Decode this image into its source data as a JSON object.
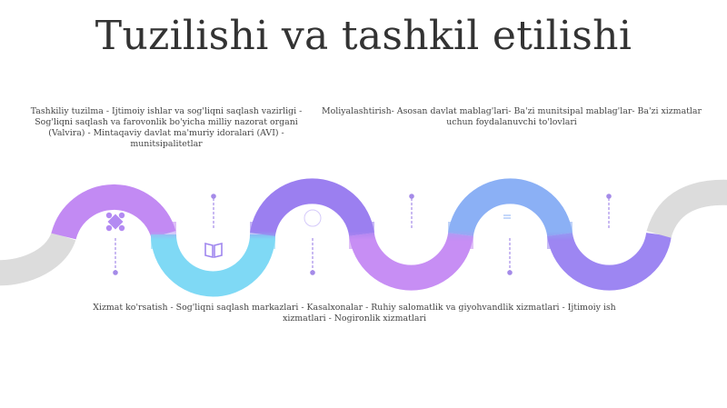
{
  "title": "Tuzilishi va tashkil etilishi",
  "notes": [
    "Tashkiliy tuzilma - Ijtimoiy ishlar va sog'liqni saqlash vazirligi - Sog'liqni saqlash va farovonlik bo'yicha milliy nazorat organi (Valvira) - Mintaqaviy davlat ma'muriy idoralari (AVI) - munitsipalitetlar",
    "Moliyalashtirish- Asosan davlat mablag'lari- Ba'zi munitsipal mablag'lar- Ba'zi xizmatlar uchun foydalanuvchi to'lovlari",
    "Xizmat ko'rsatish - Sog'liqni saqlash markazlari - Kasalxonalar - Ruhiy salomatlik va giyohvandlik xizmatlari - Ijtimoiy ish xizmatlari - Nogironlik xizmatlari"
  ],
  "timeline": {
    "colors": {
      "gray": "#dcdcdc",
      "purple": "#c28af3",
      "cyan": "#7fd9f5",
      "violet": "#9b7ff0",
      "blue": "#8bb0f5",
      "icon_stroke": "#a58be8"
    },
    "icons": [
      "puzzle-icon",
      "book-icon",
      "gear-icon",
      "piggy-bank-icon",
      "chat-icon",
      "calendar-icon"
    ]
  }
}
